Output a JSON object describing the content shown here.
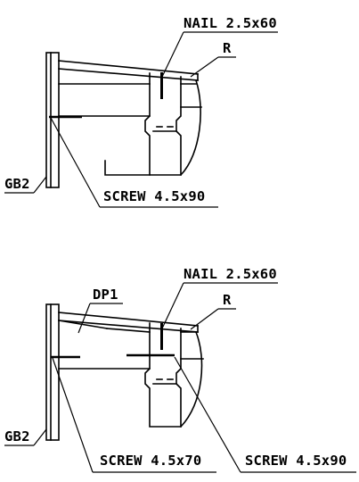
{
  "details": [
    {
      "labels": {
        "nail": "NAIL 2.5x60",
        "rafter": "R",
        "gable_beam": "GB2",
        "screw": "SCREW 4.5x90"
      }
    },
    {
      "labels": {
        "nail": "NAIL 2.5x60",
        "rafter": "R",
        "plate": "DP1",
        "gable_beam": "GB2",
        "screw_left": "SCREW 4.5x70",
        "screw_right": "SCREW 4.5x90"
      }
    }
  ]
}
